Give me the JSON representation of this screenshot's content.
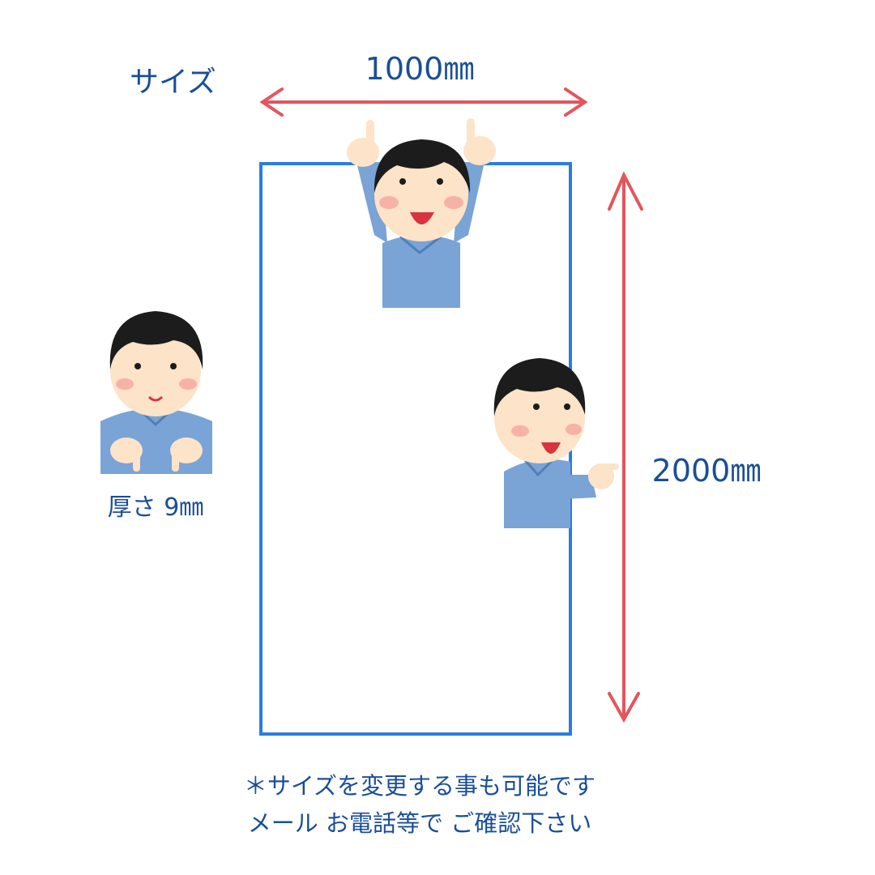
{
  "labels": {
    "size": "サイズ",
    "width": "1000㎜",
    "height": "2000㎜",
    "thickness": "厚さ  9㎜",
    "note_line1": "＊サイズを変更する事も可能です",
    "note_line2": "メール お電話等で ご確認下さい"
  },
  "colors": {
    "panel_outline": "#2a7de1",
    "arrow": "#e4555c",
    "text": "#1a4f96",
    "shirt": "#7aa3d6",
    "hair": "#1c1c1c",
    "skin": "#fde3c8"
  }
}
